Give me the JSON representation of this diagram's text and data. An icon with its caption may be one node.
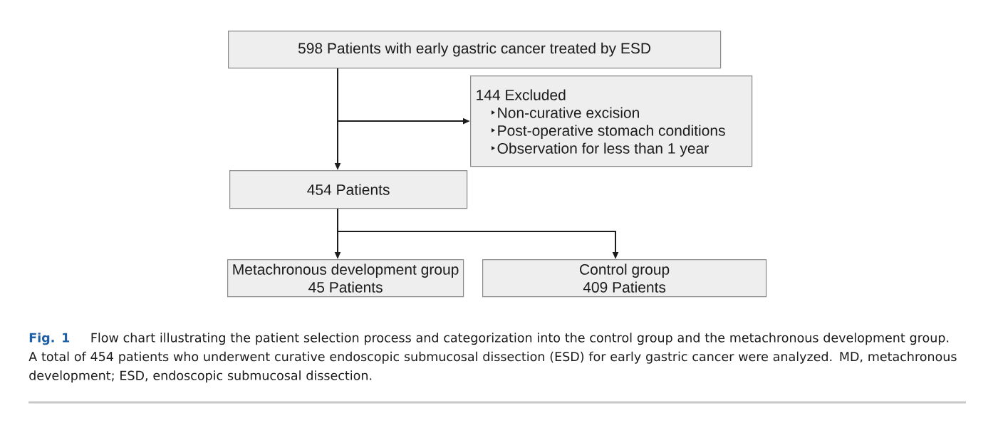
{
  "diagram": {
    "caption": "**Fig. 1** Flow chart illustrating the patient selection process and categorization into the control group and the metachronous development group. A total of 454 patients who underwent curative endoscopic submucosal dissection (ESD) for early gastric cancer were analyzed. MD, metachronous development; ESD, endoscopic submucosal dissection.",
    "nodes": [
      {
        "text": [
          "598 Patients with early gastric cancer treated by ESD"
        ]
      },
      {
        "text": [
          "144 Excluded",
          "Non-curative excision",
          "Post-operative stomach conditions",
          "Observation for less than 1 year"
        ]
      },
      {
        "text": [
          "454 Patients"
        ]
      },
      {
        "text": [
          "Metachronous development group",
          "45 Patients"
        ]
      },
      {
        "text": [
          "Control group",
          "409 Patients"
        ]
      }
    ],
    "edges": [
      {
        "from": 0,
        "to": 2,
        "arrow": "to"
      },
      {
        "from": 0,
        "to": 1,
        "arrow": "to"
      },
      {
        "from": 2,
        "to": 3,
        "arrow": "to"
      },
      {
        "from": 2,
        "to": 4,
        "arrow": "to"
      }
    ]
  }
}
